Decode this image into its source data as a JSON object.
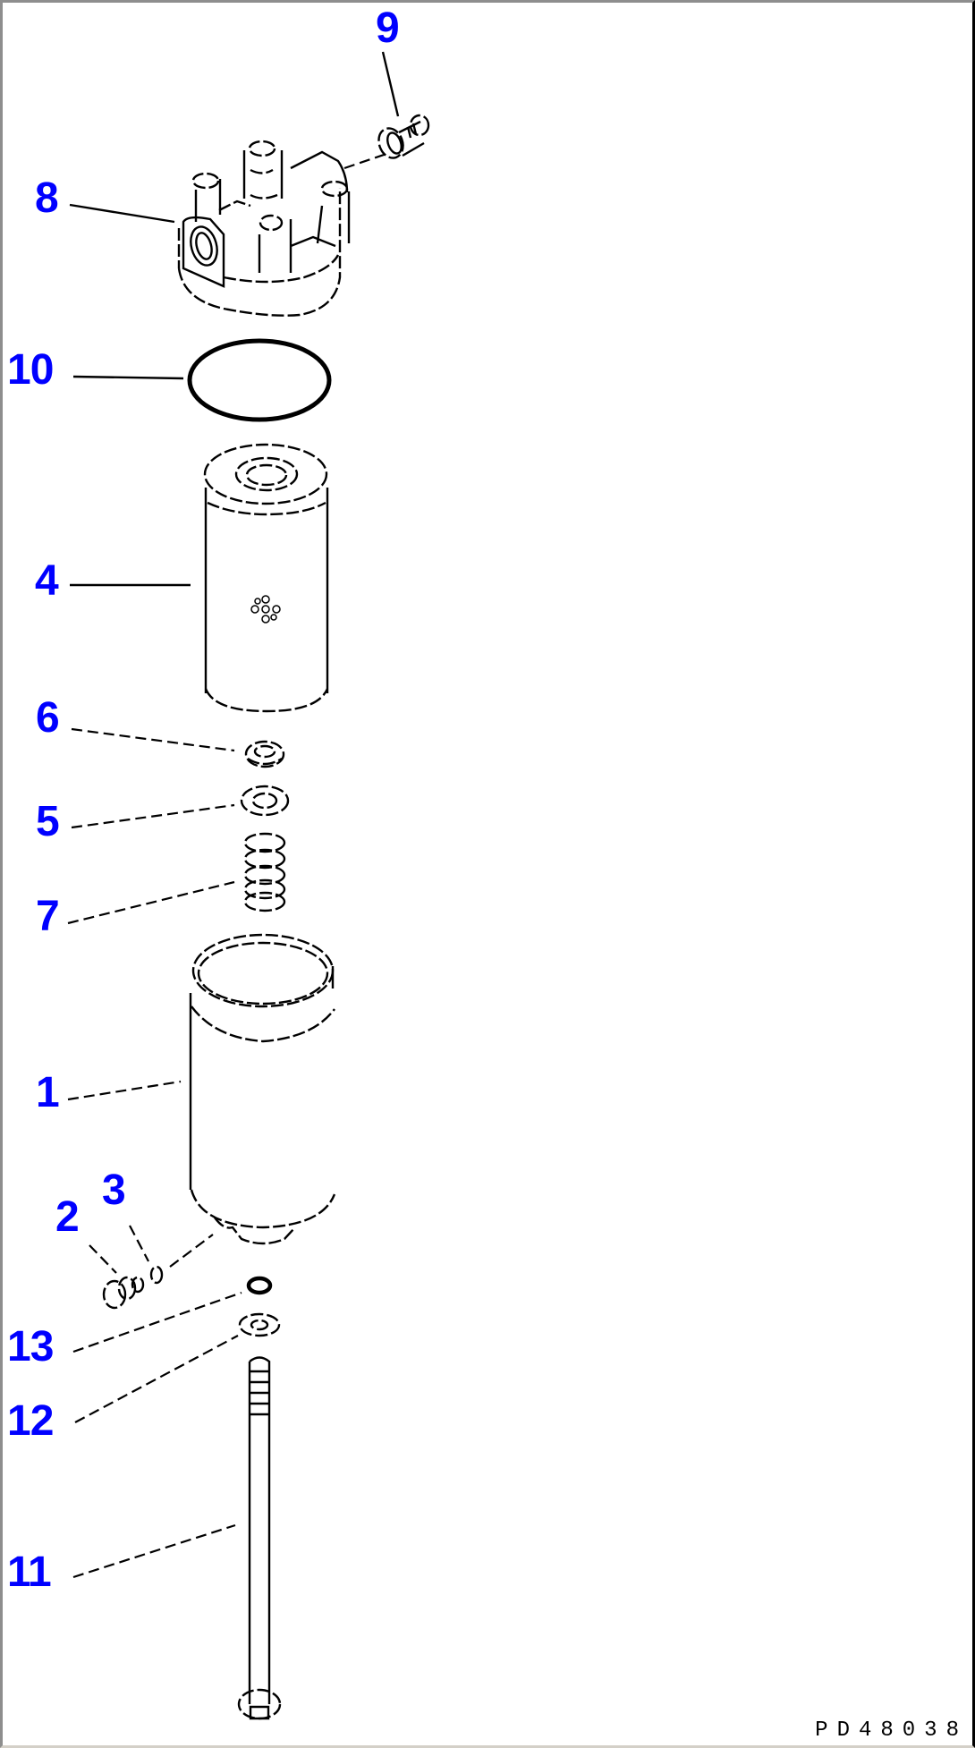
{
  "diagram": {
    "type": "exploded parts diagram",
    "subject": "fuel filter assembly",
    "drawing_code": "PD48038",
    "label_color": "#0000ff",
    "callouts": [
      {
        "id": "9",
        "part": "bleeder plug"
      },
      {
        "id": "8",
        "part": "filter head"
      },
      {
        "id": "10",
        "part": "O-ring"
      },
      {
        "id": "4",
        "part": "filter element"
      },
      {
        "id": "6",
        "part": "seal"
      },
      {
        "id": "5",
        "part": "washer"
      },
      {
        "id": "7",
        "part": "spring"
      },
      {
        "id": "1",
        "part": "filter bowl"
      },
      {
        "id": "3",
        "part": "O-ring (drain)"
      },
      {
        "id": "2",
        "part": "drain plug"
      },
      {
        "id": "13",
        "part": "O-ring"
      },
      {
        "id": "12",
        "part": "washer"
      },
      {
        "id": "11",
        "part": "center bolt"
      }
    ]
  },
  "labels": {
    "l9": "9",
    "l8": "8",
    "l10": "10",
    "l4": "4",
    "l6": "6",
    "l5": "5",
    "l7": "7",
    "l1": "1",
    "l3": "3",
    "l2": "2",
    "l13": "13",
    "l12": "12",
    "l11": "11"
  },
  "footer": {
    "code": "PD48038"
  }
}
